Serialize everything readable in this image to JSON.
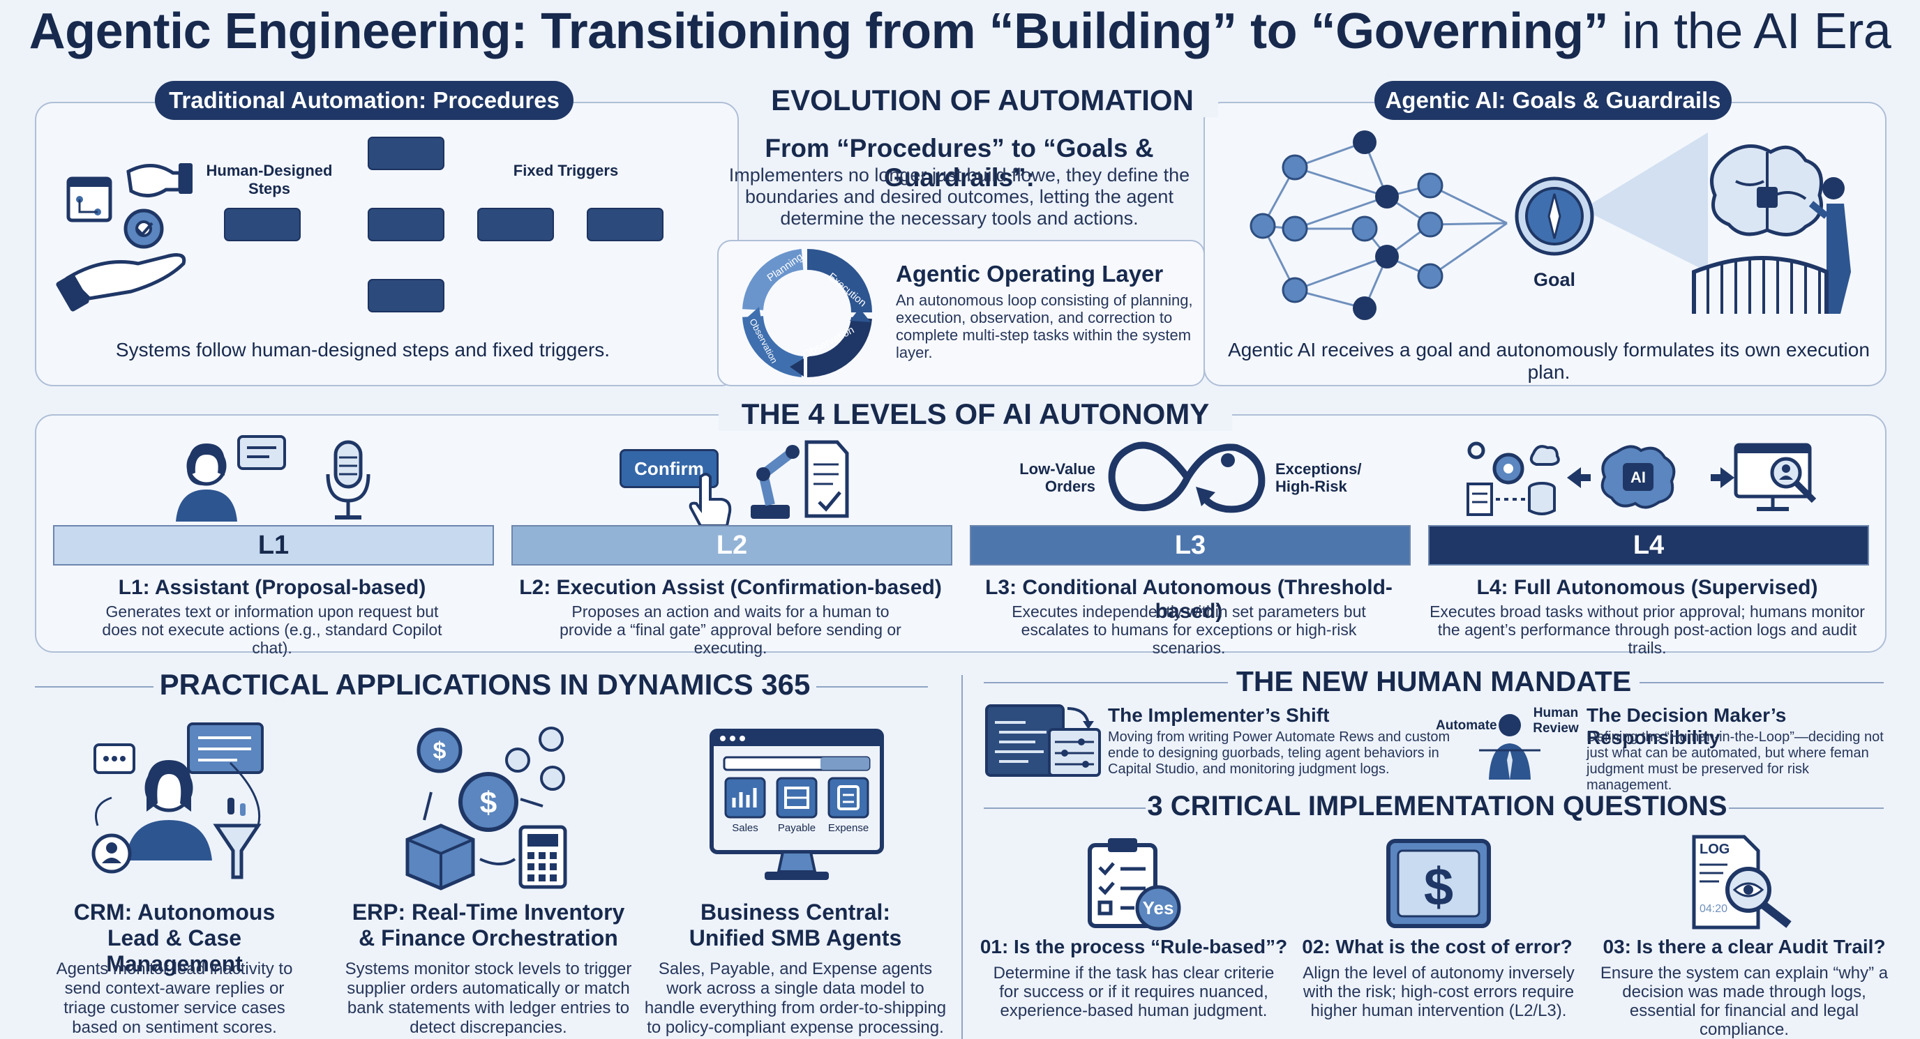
{
  "title": {
    "bold": "Agentic Engineering: Transitioning from “Building” to “Governing”",
    "light": " in the AI Era"
  },
  "top": {
    "left_pill": "Traditional Automation: Procedures",
    "center_heading": "EVOLUTION OF AUTOMATION",
    "right_pill": "Agentic AI: Goals & Guardrails",
    "human_designed": "Human-Designed Steps",
    "fixed_triggers": "Fixed Triggers",
    "left_caption": "Systems follow human-designed steps and fixed triggers.",
    "from_heading": "From “Procedures” to “Goals & Guardrails”:",
    "from_text": "Implementers no longer just build flowe, they define the boundaries and desired outcomes, letting the agent determine the necessary tools and actions.",
    "layer_title": "Agentic Operating Layer",
    "layer_text": "An autonomous loop consisting of planning, execution, observation, and correction to complete multi-step tasks within the system layer.",
    "loop_labels": [
      "Planning",
      "Execution",
      "Observation",
      "Observation"
    ],
    "goal_label": "Goal",
    "right_caption": "Agentic AI receives a goal and autonomously formulates its own execution plan."
  },
  "levels": {
    "heading": "THE 4 LEVELS OF AI AUTONOMY",
    "confirm_label": "Confirm",
    "low_value": "Low-Value Orders",
    "exceptions": "Exceptions/ High-Risk",
    "ai_label": "AI",
    "items": [
      {
        "code": "L1",
        "title": "L1: Assistant (Proposal-based)",
        "desc": "Generates text or information upon request but does not execute actions (e.g., standard Copilot chat).",
        "color": "#c6d9ef",
        "text_color": "#17294d"
      },
      {
        "code": "L2",
        "title": "L2: Execution Assist (Confirmation-based)",
        "desc": "Proposes an action and waits for a human to provide a “final gate” approval before sending or executing.",
        "color": "#93b3d6",
        "text_color": "#ffffff"
      },
      {
        "code": "L3",
        "title": "L3: Conditional Autonomous (Threshold-based)",
        "desc": "Executes independently within set parameters but escalates to humans for exceptions or high-risk scenarios.",
        "color": "#4d76ad",
        "text_color": "#ffffff"
      },
      {
        "code": "L4",
        "title": "L4: Full Autonomous (Supervised)",
        "desc": "Executes broad tasks without prior approval; humans monitor the agent’s performance through post-action logs and audit trails.",
        "color": "#1f3766",
        "text_color": "#ffffff"
      }
    ]
  },
  "practical": {
    "heading": "PRACTICAL APPLICATIONS IN DYNAMICS 365",
    "bc_icons": [
      "Sales",
      "Payable",
      "Expense"
    ],
    "apps": [
      {
        "title": "CRM: Autonomous Lead & Case Management",
        "desc": "Agents monitor lead inactivity to send context-aware replies or triage customer service cases based on sentiment scores."
      },
      {
        "title": "ERP: Real-Time Inventory & Finance Orchestration",
        "desc": "Systems monitor stock levels to trigger supplier orders automatically or match bank statements with ledger entries to detect discrepancies."
      },
      {
        "title": "Business Central: Unified SMB Agents",
        "desc": "Sales, Payable, and Expense agents work across a single data model to handle everything from order-to-shipping to policy-compliant expense processing."
      }
    ]
  },
  "mandate": {
    "heading": "THE NEW HUMAN MANDATE",
    "shift_title": "The Implementer’s Shift",
    "shift_text": "Moving from writing Power Automate Rews and custom ende to designing guorbads, teling agent behaviors in Capital Studio, and monitoring judgment logs.",
    "automate": "Automate",
    "human_review": "Human Review",
    "resp_title": "The Decision Maker’s Responsibility",
    "resp_text": "Defining the “Human-in-the-Loop”—deciding not just what can be automated, but where feman judgment must be preserved for risk management."
  },
  "questions": {
    "heading": "3 CRITICAL IMPLEMENTATION QUESTIONS",
    "yes_label": "Yes",
    "log_label": "LOG",
    "log_time": "04:20",
    "items": [
      {
        "title": "01: Is the process “Rule-based”?",
        "desc": "Determine if the task has clear criterie for success or if it requires nuanced, experience-based human judgment."
      },
      {
        "title": "02: What is the cost of error?",
        "desc": "Align the level of autonomy inversely with the risk; high-cost errors require higher human intervention (L2/L3)."
      },
      {
        "title": "03: Is there a clear Audit Trail?",
        "desc": "Ensure the system can explain “why” a decision was made through logs, essential for financial and legal compliance."
      }
    ]
  }
}
